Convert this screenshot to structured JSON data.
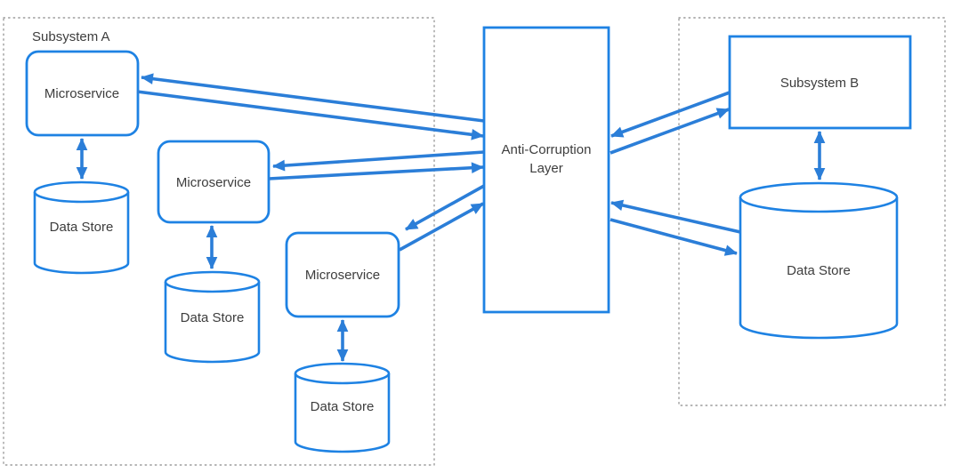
{
  "diagram": {
    "type": "architecture-diagram",
    "containers": {
      "subsystem_a": {
        "label": "Subsystem A"
      },
      "subsystem_b_group": {
        "label": ""
      }
    },
    "nodes": {
      "microservices": [
        {
          "id": "microservice-1",
          "label": "Microservice"
        },
        {
          "id": "microservice-2",
          "label": "Microservice"
        },
        {
          "id": "microservice-3",
          "label": "Microservice"
        }
      ],
      "data_stores": [
        {
          "id": "data-store-1",
          "label": "Data Store"
        },
        {
          "id": "data-store-2",
          "label": "Data Store"
        },
        {
          "id": "data-store-3",
          "label": "Data Store"
        },
        {
          "id": "data-store-right",
          "label": "Data Store"
        }
      ],
      "anti_corruption_layer": {
        "label_line1": "Anti-Corruption",
        "label_line2": "Layer"
      },
      "subsystem_b": {
        "label": "Subsystem B"
      }
    },
    "edges": [
      {
        "from": "anti-corruption-layer",
        "to": "microservice-1",
        "bidirectional_pair": true
      },
      {
        "from": "anti-corruption-layer",
        "to": "microservice-2",
        "bidirectional_pair": true
      },
      {
        "from": "anti-corruption-layer",
        "to": "microservice-3",
        "bidirectional_pair": true
      },
      {
        "from": "anti-corruption-layer",
        "to": "subsystem-b",
        "bidirectional_pair": true
      },
      {
        "from": "anti-corruption-layer",
        "to": "data-store-right",
        "bidirectional_pair": true
      },
      {
        "from": "microservice-1",
        "to": "data-store-1",
        "double_headed": true
      },
      {
        "from": "microservice-2",
        "to": "data-store-2",
        "double_headed": true
      },
      {
        "from": "microservice-3",
        "to": "data-store-3",
        "double_headed": true
      },
      {
        "from": "subsystem-b",
        "to": "data-store-right",
        "double_headed": true
      }
    ],
    "colors": {
      "shape_stroke": "#1e82e3",
      "arrow": "#2b7ed8",
      "text": "#3d3d3d",
      "container_border": "#9c9c9c",
      "background": "#ffffff"
    }
  }
}
